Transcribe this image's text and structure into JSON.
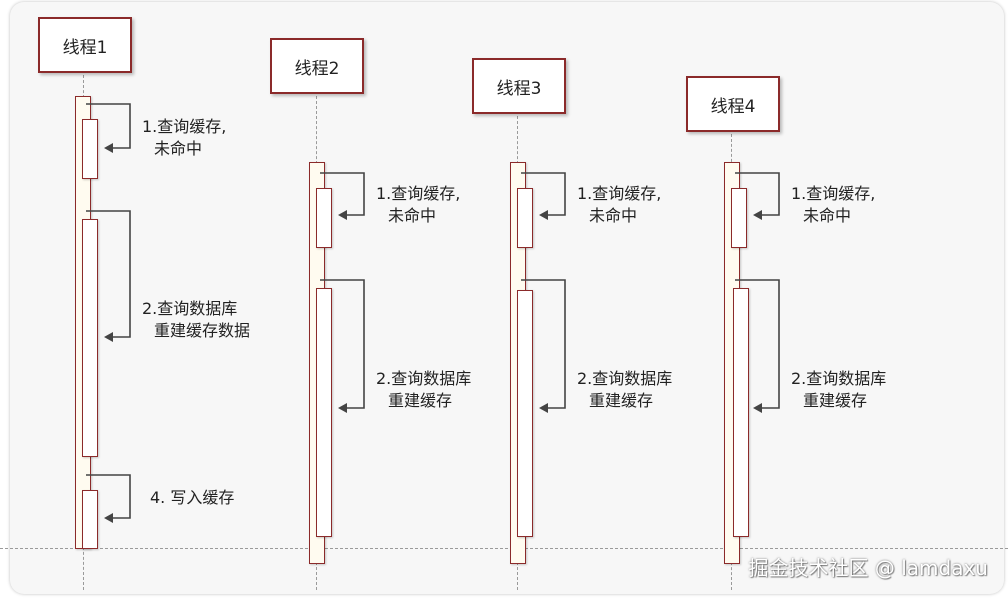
{
  "threads": [
    {
      "title": "线程1",
      "steps": [
        {
          "line1": "1.查询缓存,",
          "line2": "未命中"
        },
        {
          "line1": "2.查询数据库",
          "line2": "重建缓存数据"
        },
        {
          "line1": "4. 写入缓存",
          "line2": ""
        }
      ]
    },
    {
      "title": "线程2",
      "steps": [
        {
          "line1": "1.查询缓存,",
          "line2": "未命中"
        },
        {
          "line1": "2.查询数据库",
          "line2": "重建缓存"
        }
      ]
    },
    {
      "title": "线程3",
      "steps": [
        {
          "line1": "1.查询缓存,",
          "line2": "未命中"
        },
        {
          "line1": "2.查询数据库",
          "line2": "重建缓存"
        }
      ]
    },
    {
      "title": "线程4",
      "steps": [
        {
          "line1": "1.查询缓存,",
          "line2": "未命中"
        },
        {
          "line1": "2.查询数据库",
          "line2": "重建缓存"
        }
      ]
    }
  ],
  "watermark": "掘金技术社区 @ lamdaxu"
}
